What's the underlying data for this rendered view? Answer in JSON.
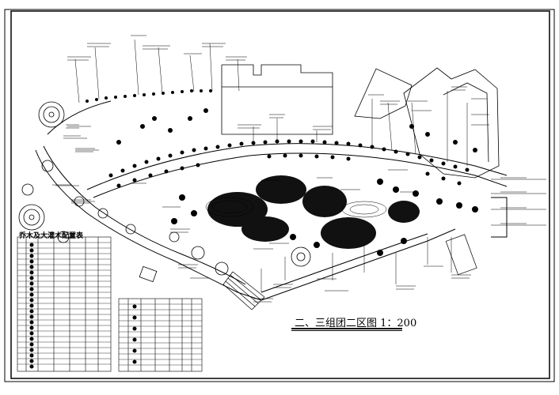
{
  "drawing": {
    "title": "二、三组团二区图 1：200",
    "legend_title": "乔木及大灌木配置表"
  },
  "legend_table": {
    "rows": 24,
    "columns": 6
  },
  "legend_table_2": {
    "rows": 14,
    "columns": 6
  }
}
